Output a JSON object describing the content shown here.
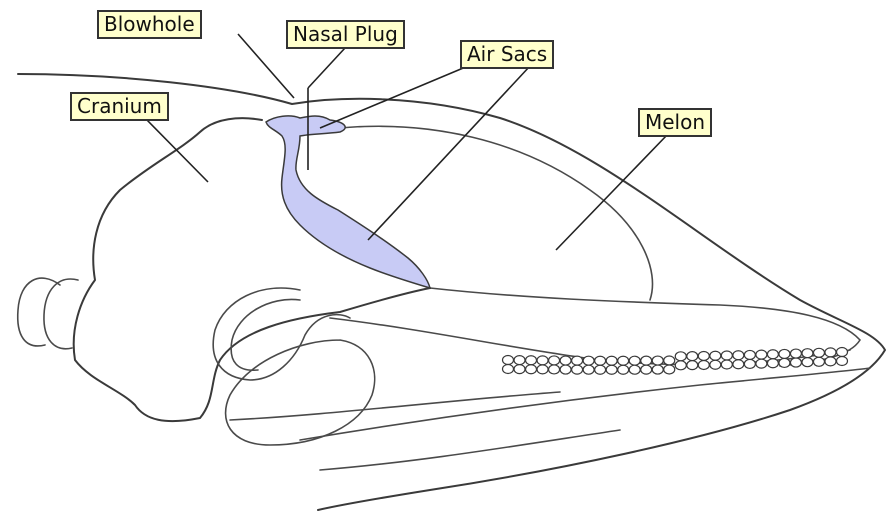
{
  "labels": {
    "blowhole": "Blowhole",
    "nasal_plug": "Nasal Plug",
    "air_sacs": "Air Sacs",
    "cranium": "Cranium",
    "melon": "Melon"
  },
  "colors": {
    "label_background": "#ffffcc",
    "air_passage": "#c8cbf5",
    "outline": "#3a3a3a"
  }
}
